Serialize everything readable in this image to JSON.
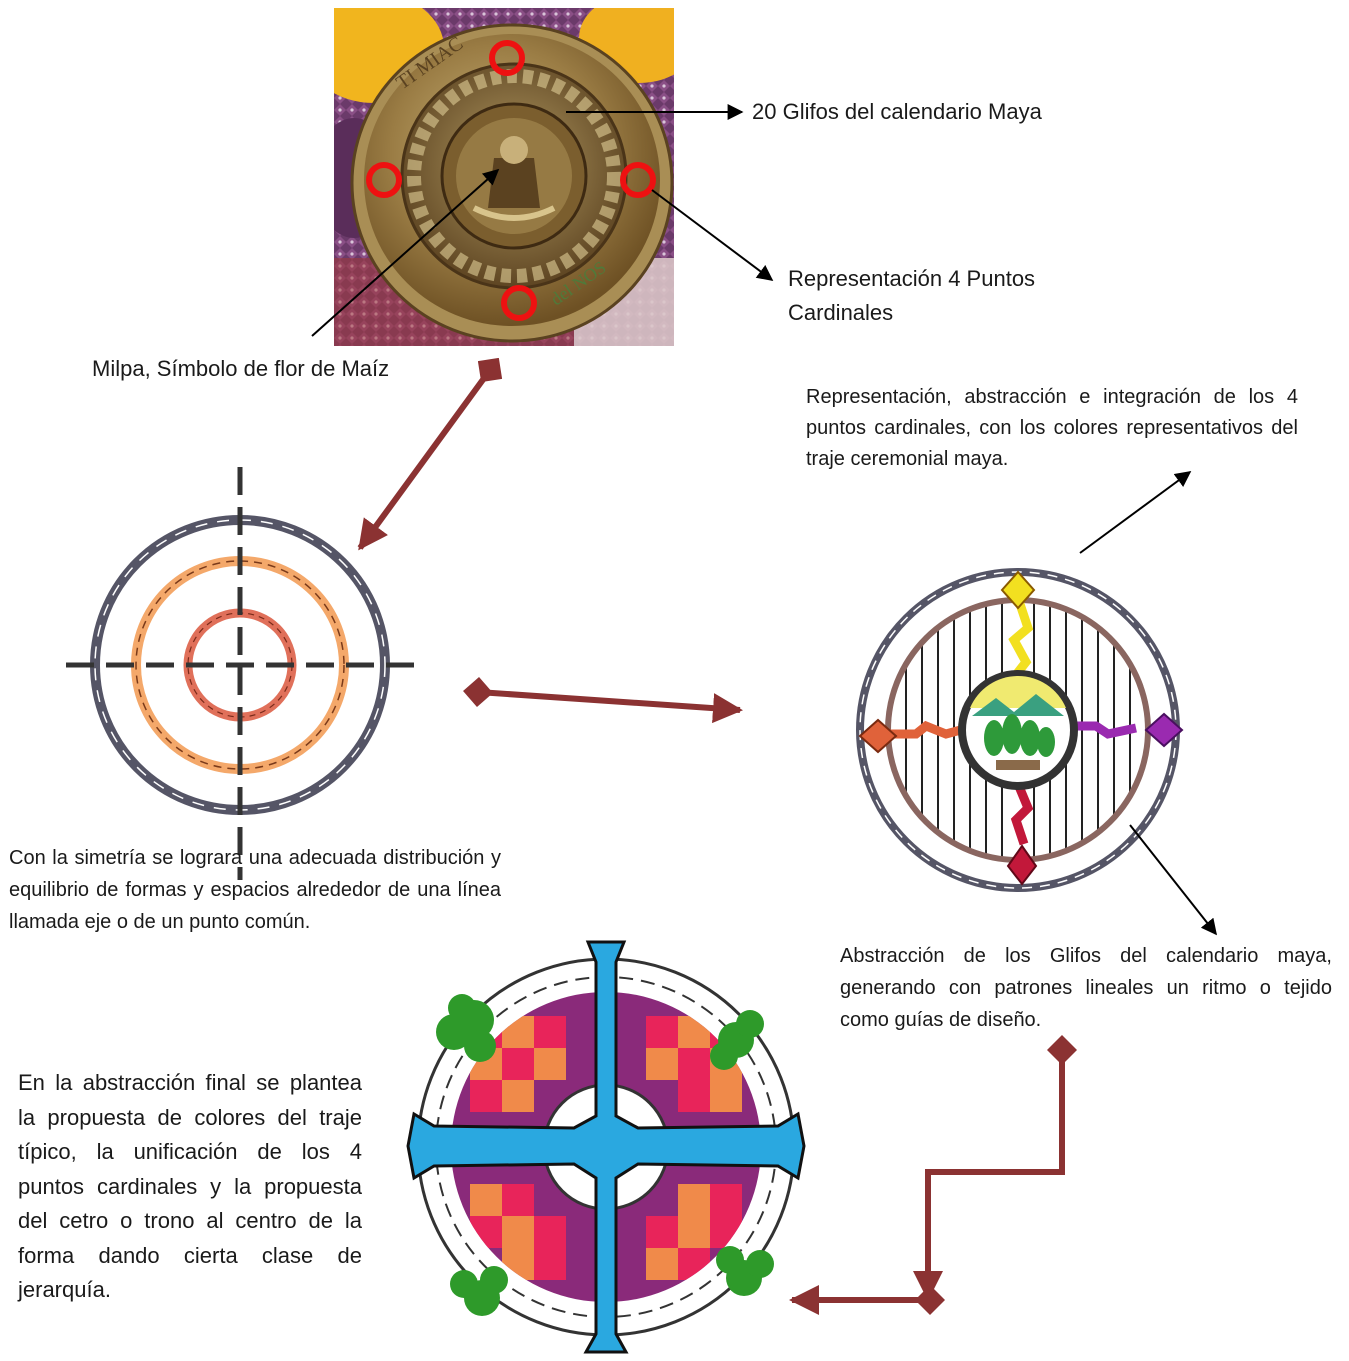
{
  "labels": {
    "glifos": "20 Glifos del calendario Maya",
    "cardinales": "Representación 4 Puntos Cardinales",
    "milpa": "Milpa, Símbolo de flor de Maíz"
  },
  "notes": {
    "representacion": "Representación, abstracción e integración de los 4 puntos cardinales, con los colores representativos del traje ceremonial maya.",
    "simetria": "Con la simetría se lograra una adecuada distribución y equilibrio de formas y espacios alrededor de una línea llamada eje o de un punto común.",
    "abstraccion_glifos": "Abstracción de los Glifos del calendario maya, generando con patrones lineales un ritmo o tejido como guías de diseño.",
    "abstraccion_final": "En la abstracción final se plantea la propuesta de colores del traje típico, la unificación de los 4 puntos cardinales y la propuesta del cetro o trono al centro de la forma dando cierta clase de jerarquía."
  },
  "colors": {
    "connector_arrow": "#8b3232",
    "pointer_arrow": "#000000",
    "highlight_circle": "#ee1111"
  }
}
